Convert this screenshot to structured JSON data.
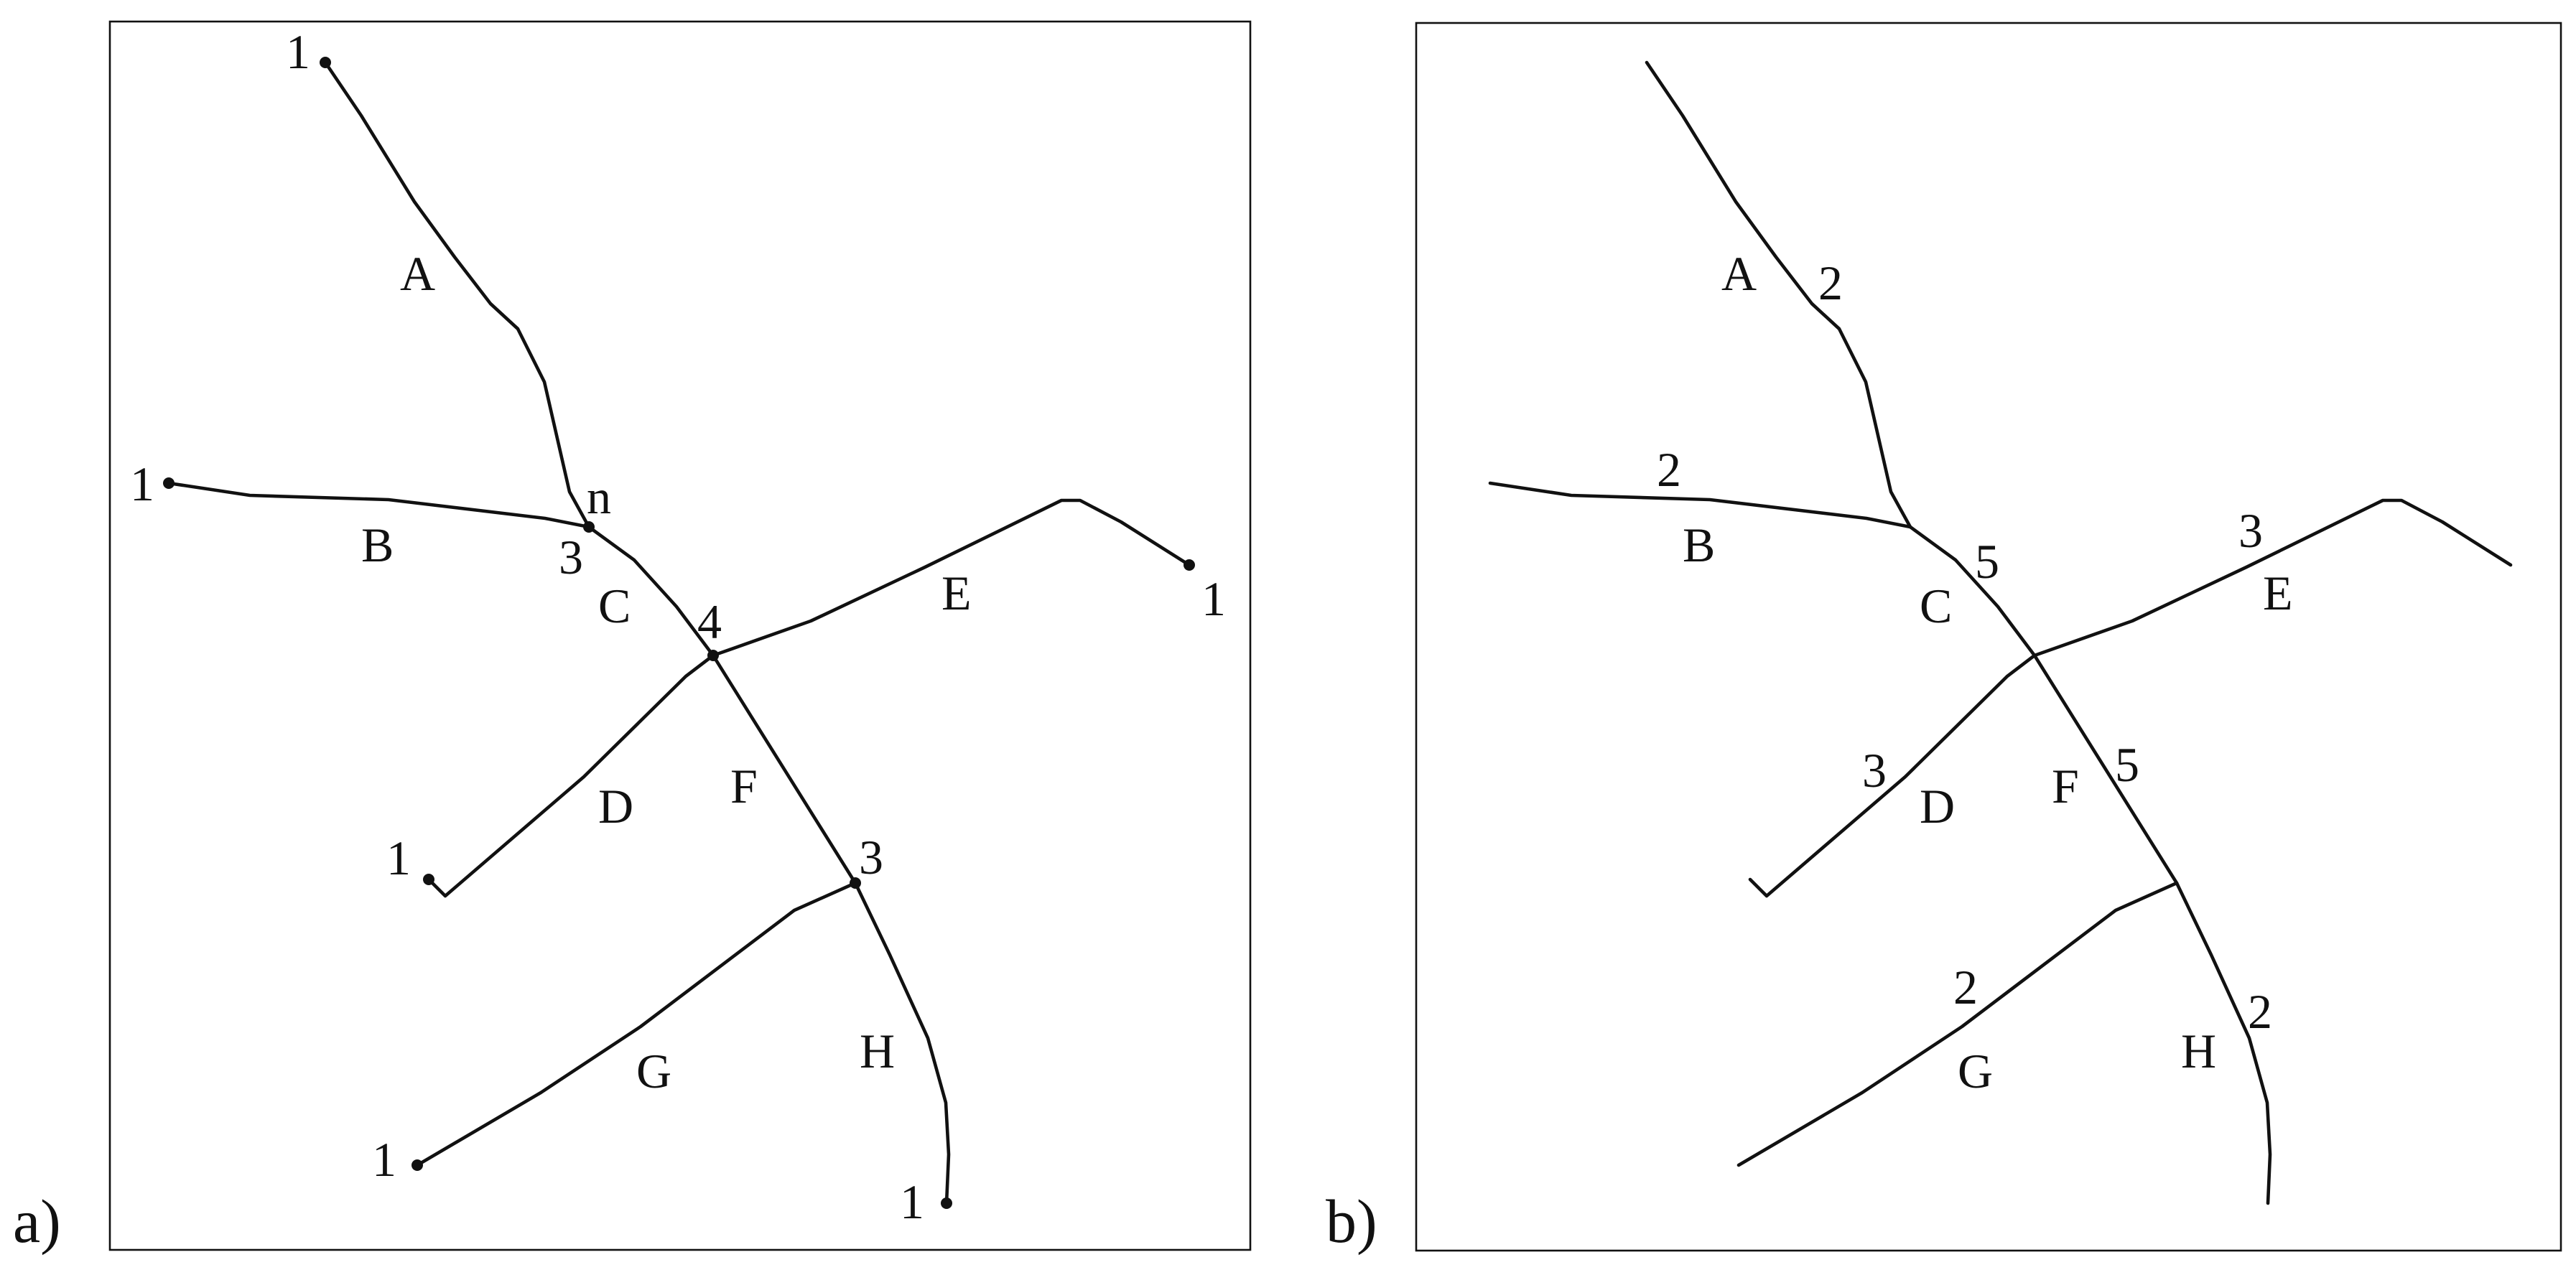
{
  "panels": [
    {
      "id": "a",
      "panel_label": "a)",
      "segment_labels": {
        "A": "A",
        "B": "B",
        "C": "C",
        "D": "D",
        "E": "E",
        "F": "F",
        "G": "G",
        "H": "H"
      },
      "node_values": {
        "a_top": "1",
        "b_left": "1",
        "e_right": "1",
        "d_end": "1",
        "g_end": "1",
        "h_end": "1",
        "junction_ab": "3",
        "junction_ab_marker": "n",
        "junction_cd": "4",
        "junction_fg": "3"
      }
    },
    {
      "id": "b",
      "panel_label": "b)",
      "segment_labels": {
        "A": "A",
        "B": "B",
        "C": "C",
        "D": "D",
        "E": "E",
        "F": "F",
        "G": "G",
        "H": "H"
      },
      "stream_orders": {
        "A": "2",
        "B": "2",
        "C": "5",
        "D": "3",
        "E": "3",
        "F": "5",
        "G": "2",
        "H": "2"
      }
    }
  ]
}
